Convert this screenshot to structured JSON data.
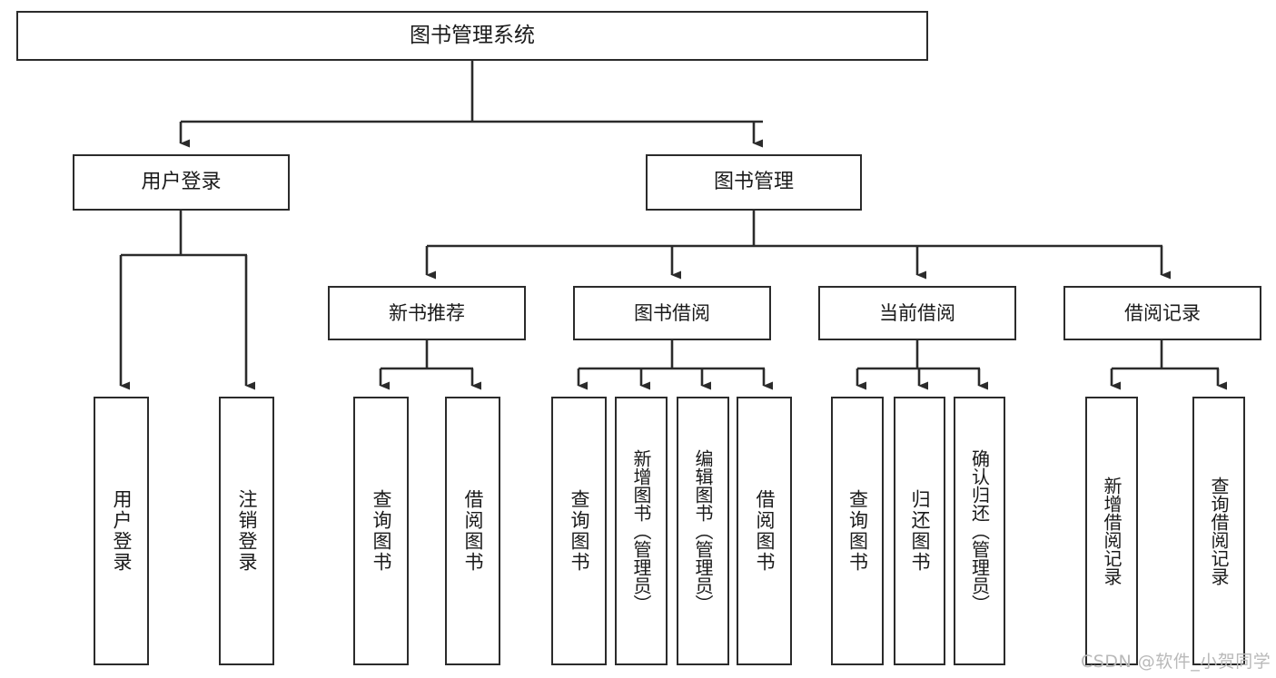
{
  "diagram": {
    "title": "图书管理系统",
    "type": "tree-hierarchy",
    "orientation": "top-down",
    "stroke_color": "#2b2b2b",
    "fill_color": "#ffffff",
    "text_color": "#1a1a1a"
  },
  "root": {
    "label": "图书管理系统"
  },
  "level2": [
    {
      "label": "用户登录"
    },
    {
      "label": "图书管理"
    }
  ],
  "level3": [
    {
      "label": "新书推荐"
    },
    {
      "label": "图书借阅"
    },
    {
      "label": "当前借阅"
    },
    {
      "label": "借阅记录"
    }
  ],
  "leaves": {
    "user_login": [
      {
        "label": "用户登录"
      },
      {
        "label": "注销登录"
      }
    ],
    "new_book_recommend": [
      {
        "label": "查询图书"
      },
      {
        "label": "借阅图书"
      }
    ],
    "book_borrow": [
      {
        "label": "查询图书"
      },
      {
        "label": "新增图书（管理员）"
      },
      {
        "label": "编辑图书（管理员）"
      },
      {
        "label": "借阅图书"
      }
    ],
    "current_borrow": [
      {
        "label": "查询图书"
      },
      {
        "label": "归还图书"
      },
      {
        "label": "确认归还（管理员）"
      }
    ],
    "borrow_record": [
      {
        "label": "新增借阅记录"
      },
      {
        "label": "查询借阅记录"
      }
    ]
  },
  "watermark": {
    "text": "CSDN @软件_小贺同学"
  }
}
